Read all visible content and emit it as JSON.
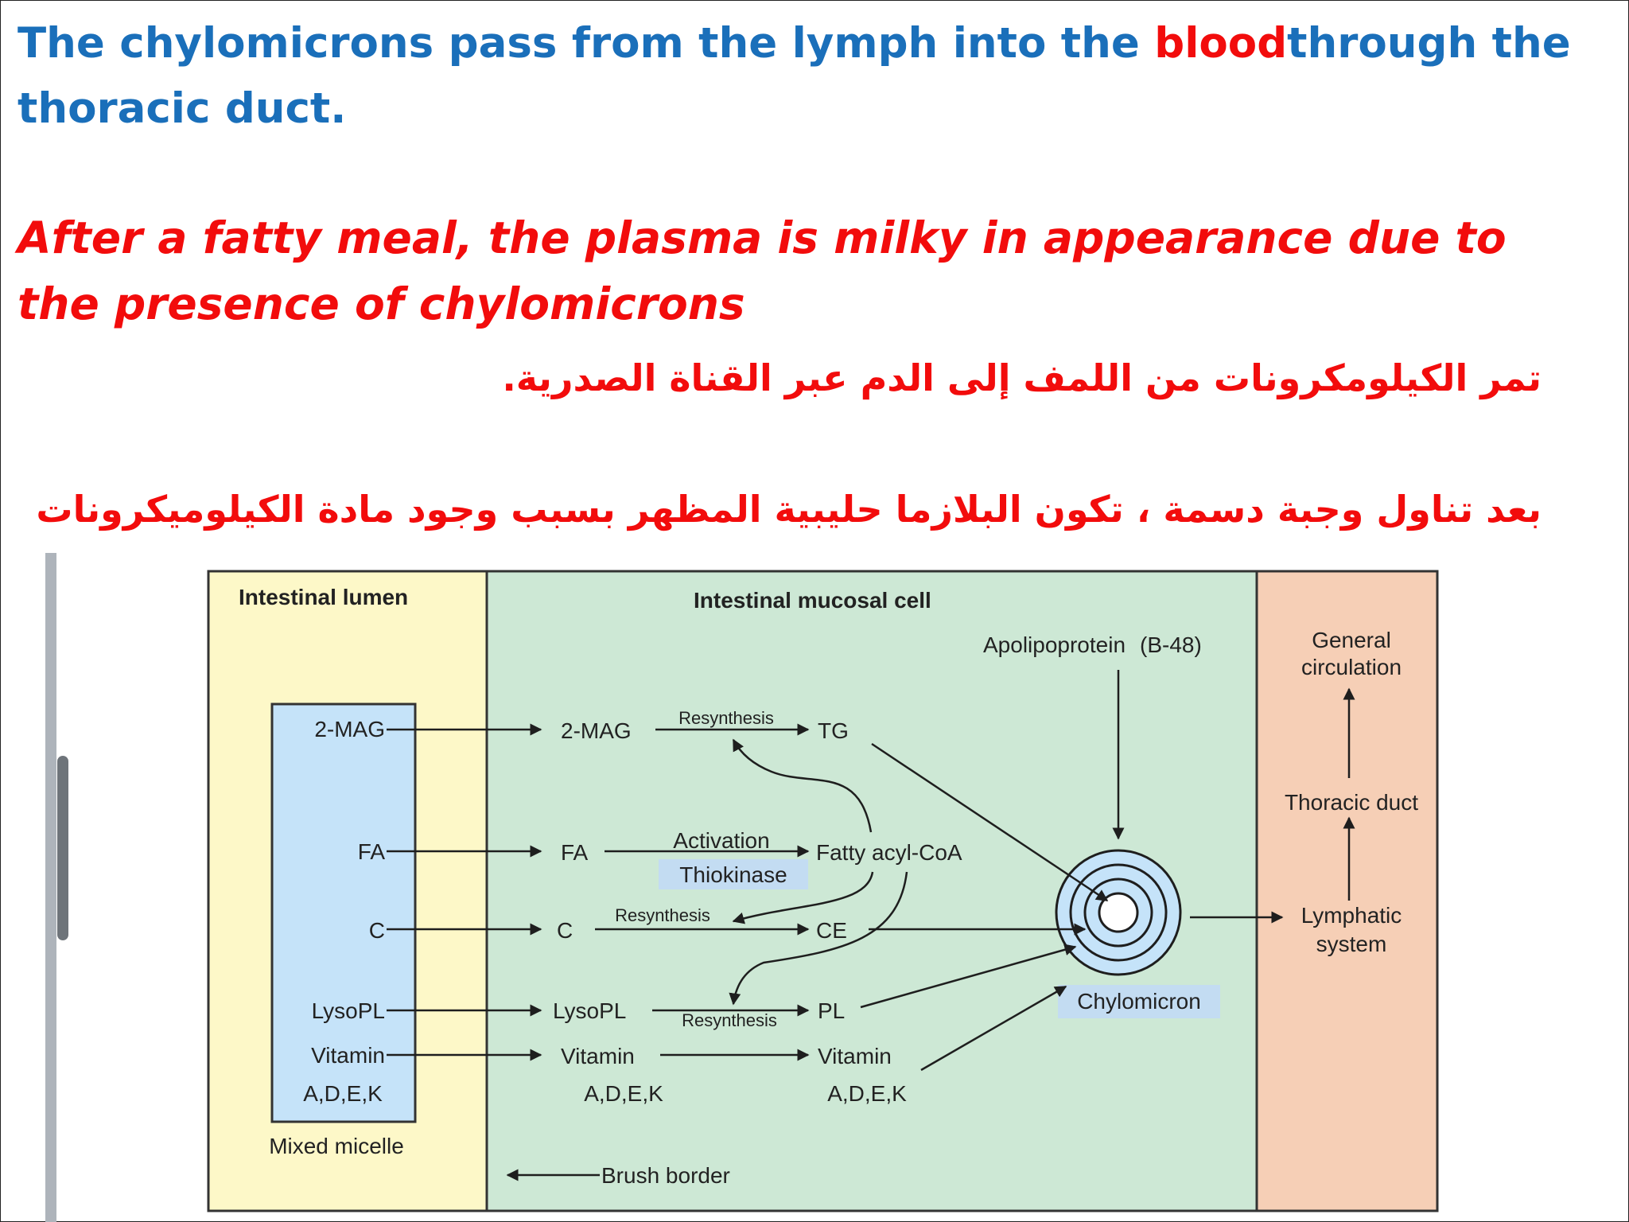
{
  "heading": {
    "line1_before": "The chylomicrons pass from the lymph into the ",
    "line1_red": "blood",
    "line1_after": "through the",
    "line2": "thoracic duct."
  },
  "note": {
    "line1": "After a fatty meal, the plasma is milky in appearance due to",
    "line2": "the presence of chylomicrons"
  },
  "arabic": {
    "line1": "تمر الكيلومكرونات من اللمف إلى الدم عبر القناة الصدرية.",
    "line2": "بعد تناول وجبة دسمة ، تكون البلازما حليبية المظهر بسبب وجود مادة الكيلوميكرونات"
  },
  "diagram": {
    "colors": {
      "lumen": "#fdf8c8",
      "mucosal": "#cde8d5",
      "circulation": "#f6cfb6",
      "micelle": "#c5e3f9",
      "highlight": "#c3dcf2",
      "heading_blue": "#1a6fba",
      "emphasis_red": "#f20c0c"
    },
    "lumen_title": "Intestinal lumen",
    "mucosal_title": "Intestinal mucosal cell",
    "micelle": {
      "items": [
        "2-MAG",
        "FA",
        "C",
        "LysoPL",
        "Vitamin"
      ],
      "vitamin_sub": "A,D,E,K",
      "caption": "Mixed micelle"
    },
    "cell": {
      "mag": "2-MAG",
      "fa": "FA",
      "c": "C",
      "lysopl": "LysoPL",
      "vitamin": "Vitamin",
      "vitamin_sub": "A,D,E,K",
      "tg": "TG",
      "fatty_acyl": "Fatty acyl-CoA",
      "ce": "CE",
      "pl": "PL",
      "vitamin_out": "Vitamin",
      "vitamin_out_sub": "A,D,E,K",
      "resynthesis_1": "Resynthesis",
      "resynthesis_2": "Resynthesis",
      "resynthesis_3": "Resynthesis",
      "activation": "Activation",
      "thiokinase": "Thiokinase",
      "apolipoprotein": "Apolipoprotein",
      "apo_code": "(B-48)",
      "chylomicron": "Chylomicron",
      "brush_border": "Brush border"
    },
    "circulation": {
      "general_1": "General",
      "general_2": "circulation",
      "thoracic_duct": "Thoracic duct",
      "lymphatic_1": "Lymphatic",
      "lymphatic_2": "system"
    }
  }
}
